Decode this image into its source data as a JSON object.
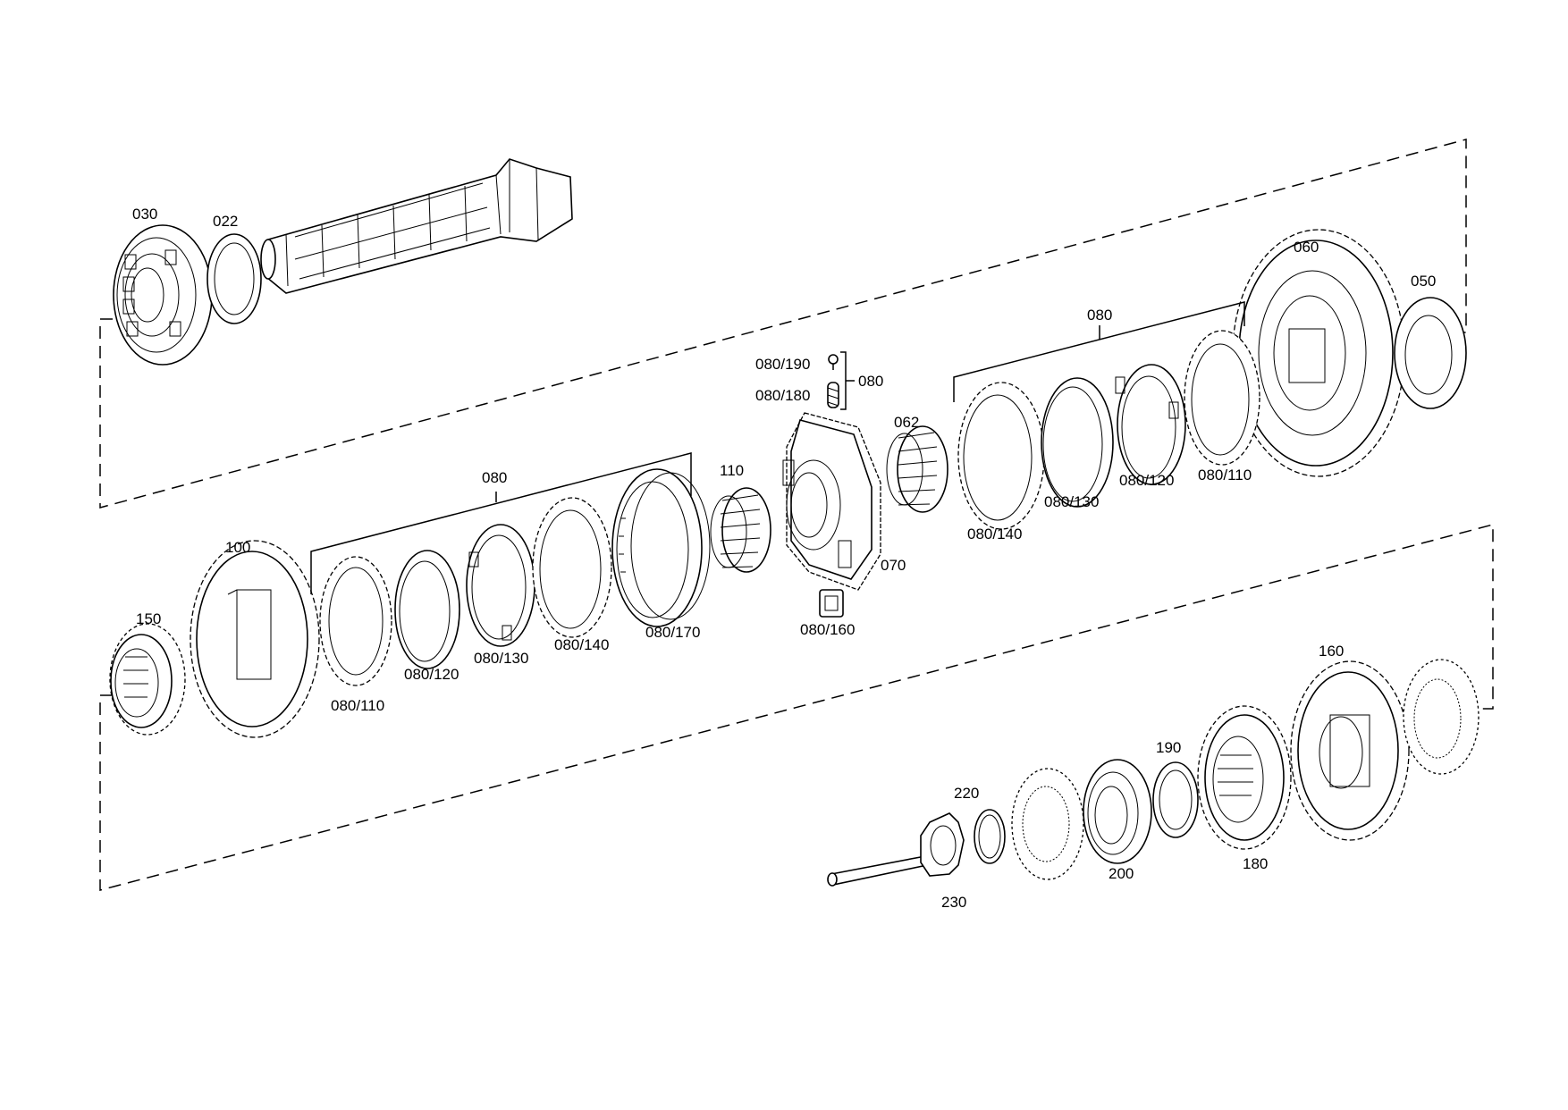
{
  "labels": {
    "p030": "030",
    "p022": "022",
    "p060": "060",
    "p050": "050",
    "p080_top": "080",
    "p080_190": "080/190",
    "p080_180": "080/180",
    "p080_side": "080",
    "p062": "062",
    "p080_140_r": "080/140",
    "p080_130_r": "080/130",
    "p080_120_r": "080/120",
    "p080_110_r": "080/110",
    "p110": "110",
    "p070": "070",
    "p080_160": "080/160",
    "p080_left": "080",
    "p100": "100",
    "p150": "150",
    "p080_110_l": "080/110",
    "p080_120_l": "080/120",
    "p080_130_l": "080/130",
    "p080_140_l": "080/140",
    "p080_170": "080/170",
    "p160": "160",
    "p190": "190",
    "p220": "220",
    "p200": "200",
    "p180": "180",
    "p230": "230"
  }
}
